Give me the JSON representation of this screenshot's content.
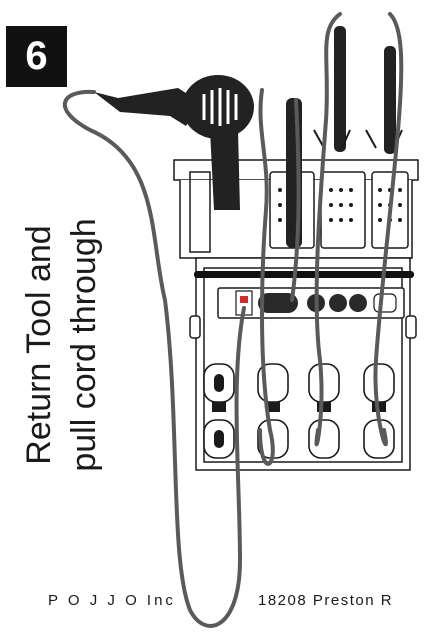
{
  "step": {
    "number": "6"
  },
  "instruction": {
    "line1": "Return Tool and",
    "line2": "pull cord through"
  },
  "footer": {
    "company": "P O J J O Inc",
    "address": "18208 Preston R"
  },
  "illustration": {
    "subject": "wall-mounted organizer with hair dryer, curling irons and power strip",
    "colors": {
      "line": "#1a1a1a",
      "cord": "#5a5a5a",
      "tool": "#222222",
      "accent": "#d62a2a"
    }
  }
}
